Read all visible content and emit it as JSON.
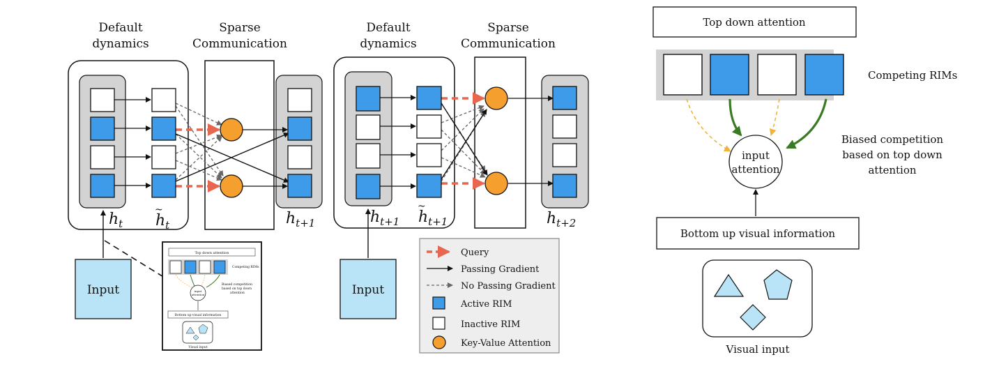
{
  "colors": {
    "active_rim": "#3d9be9",
    "inactive_rim": "#ffffff",
    "attention_node": "#f5a02e",
    "query_arrow": "#e8664f",
    "input_box": "#b9e4f7",
    "group_bg": "#d3d3d3",
    "legend_bg": "#eeeeee",
    "strong_bias_arrow": "#3a7a22",
    "weak_bias_arrow": "#f0b43c"
  },
  "left": {
    "default_dynamics_1": [
      "Default",
      "dynamics"
    ],
    "sparse_comm_1": [
      "Sparse",
      "Communication"
    ],
    "default_dynamics_2": [
      "Default",
      "dynamics"
    ],
    "sparse_comm_2": [
      "Sparse",
      "Communication"
    ],
    "h_t": "h",
    "h_t_sub": "t",
    "h_tilde_t": "h",
    "h_tilde_t_sub": "t",
    "h_t1": "h",
    "h_t1_sub": "t+1",
    "h_t1_b": "h",
    "h_t1_b_sub": "t+1",
    "h_tilde_t1": "h",
    "h_tilde_t1_sub": "t+1",
    "h_t2": "h",
    "h_t2_sub": "t+2",
    "input_1": "Input",
    "input_2": "Input"
  },
  "rim_states": {
    "group1": [
      false,
      true,
      false,
      true
    ],
    "mid1": [
      false,
      true,
      false,
      true
    ],
    "out1": [
      false,
      true,
      false,
      true
    ],
    "group2": [
      true,
      false,
      false,
      true
    ],
    "mid2": [
      true,
      false,
      false,
      true
    ],
    "out2": [
      true,
      false,
      false,
      true
    ]
  },
  "legend": {
    "query": "Query",
    "passing_gradient": "Passing Gradient",
    "no_passing_gradient": "No Passing Gradient",
    "active_rim": "Active RIM",
    "inactive_rim": "Inactive RIM",
    "key_value_attention": "Key-Value Attention"
  },
  "right": {
    "top_down": "Top down attention",
    "competing_rims": "Competing RIMs",
    "biased_competition": [
      "Biased competition",
      "based on top down",
      "attention"
    ],
    "input_attention": [
      "input",
      "attention"
    ],
    "bottom_up": "Bottom up visual information",
    "visual_input": "Visual input",
    "rims": [
      false,
      true,
      false,
      true
    ]
  },
  "thumbnail": {
    "top_down": "Top down attention",
    "competing_rims": "Competing RIMs",
    "biased_competition": [
      "Biased competition",
      "based on top down",
      "attention"
    ],
    "input_attention": [
      "input",
      "attention"
    ],
    "bottom_up": "Bottom up visual information",
    "visual_input": "Visual input"
  }
}
